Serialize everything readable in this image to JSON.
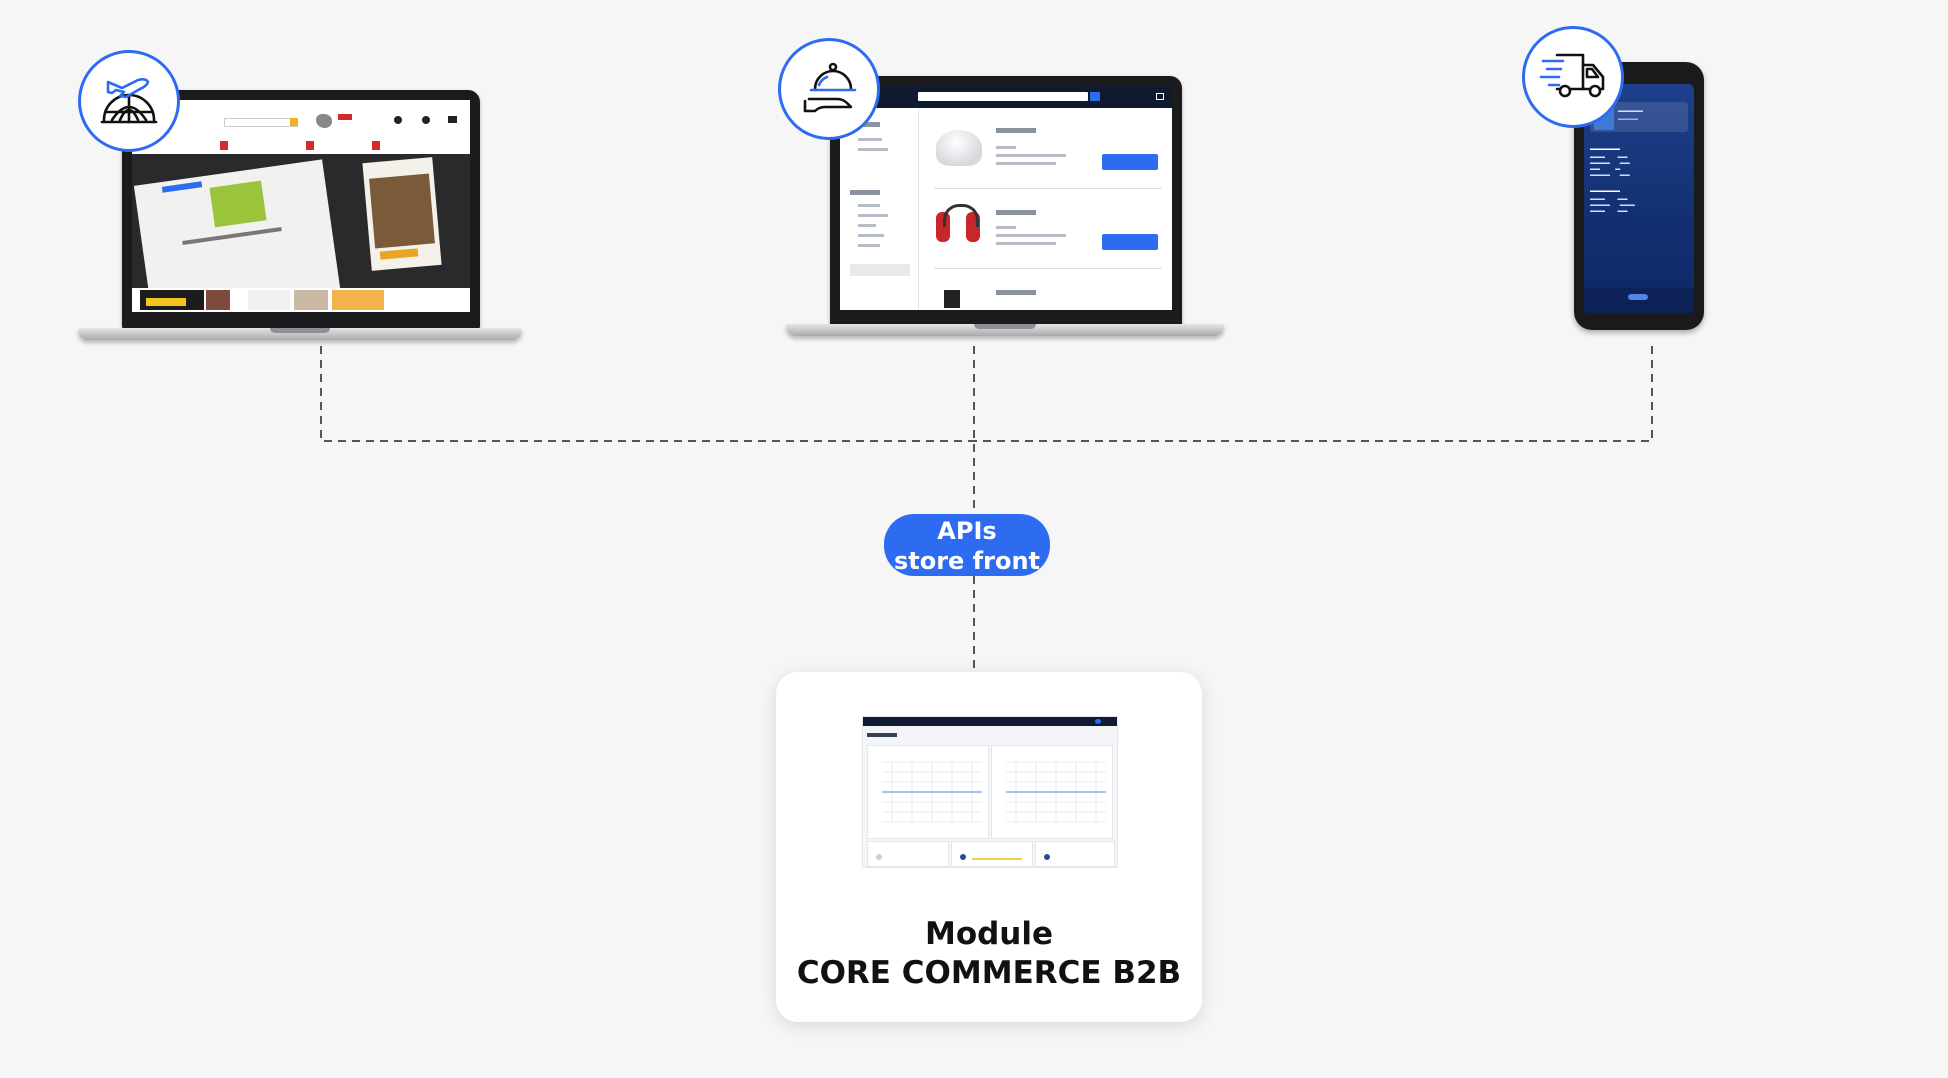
{
  "diagram": {
    "api_label": {
      "line1": "APIs",
      "line2": "store front"
    },
    "module": {
      "line1": "Module",
      "line2": "CORE COMMERCE B2B"
    },
    "channels": [
      {
        "id": "web-shop",
        "icon": "plane-globe-icon"
      },
      {
        "id": "food-service",
        "icon": "cloche-serving-icon"
      },
      {
        "id": "delivery-mobile",
        "icon": "delivery-truck-icon"
      }
    ]
  },
  "colors": {
    "accent": "#2d6cf0",
    "background": "#f6f6f6",
    "connector": "#555555"
  }
}
